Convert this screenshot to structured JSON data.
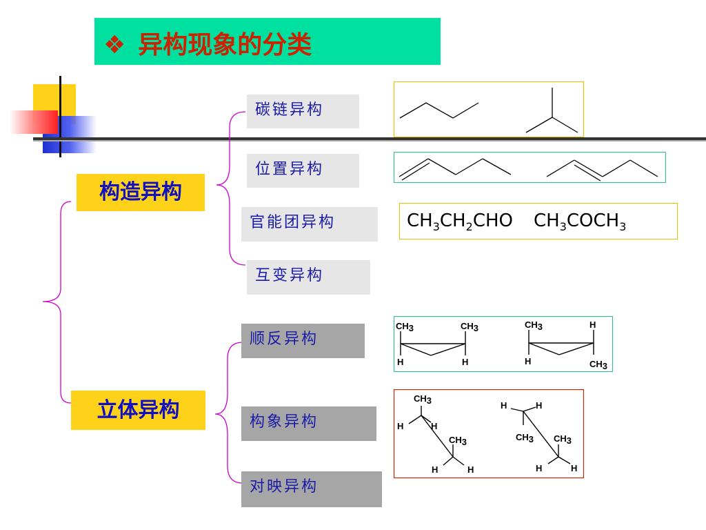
{
  "title": {
    "bullet": "❖",
    "text": "异构现象的分类"
  },
  "categories": {
    "structural": "构造异构",
    "stereo": "立体异构"
  },
  "structural_items": {
    "carbon_chain": "碳链异构",
    "position": "位置异构",
    "functional_group": "官能团异构",
    "tautomer": "互变异构"
  },
  "stereo_items": {
    "cis_trans": "顺反异构",
    "conformation": "构象异构",
    "enantiomer": "对映异构"
  },
  "formulas": {
    "propanal": {
      "p1": "CH",
      "s1": "3",
      "p2": "CH",
      "s2": "2",
      "p3": "CHO"
    },
    "acetone": {
      "p1": "CH",
      "s1": "3",
      "p2": "COCH",
      "s2": "3"
    }
  },
  "atoms": {
    "ch": "CH",
    "three": "3",
    "h": "H"
  },
  "colors": {
    "title_bg": "#00e0a0",
    "title_text": "#cc2200",
    "category_bg": "#ffd21a",
    "category_text": "#1010c0",
    "item_text": "#1a1aa8",
    "brace": "#cc00cc"
  }
}
